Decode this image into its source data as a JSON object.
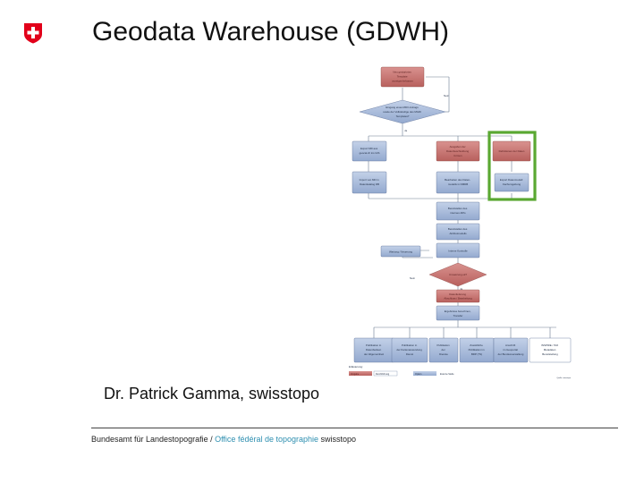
{
  "header": {
    "title": "Geodata Warehouse (GDWH)"
  },
  "presenter": {
    "line": "Dr. Patrick Gamma, swisstopo"
  },
  "footer": {
    "part1": "Bundesamt für Landestopografie / ",
    "part2": "Office fédéral de topographie",
    "part3": " swisstopo"
  },
  "colors": {
    "accent": "#2e8fb0",
    "highlight": "#5aa832",
    "red_node": "#c97a7a",
    "blue_node": "#a7b9d8",
    "flag_red": "#e2001a"
  },
  "icons": {
    "logo": "swiss-cross-icon"
  },
  "diagram": {
    "top_node": [
      "Neu gestartetes",
      "Template",
      "anzeigen/erfassen"
    ],
    "decision_1": [
      "Eingang eines MDV-Antrags",
      "sowie der Vollständige des MGDI",
      "Templates?"
    ],
    "side_label_1": "Nein",
    "branch_label_1": "Ja",
    "row1": {
      "a": [
        "Export MD aus",
        "geocat.ch ins GIS"
      ],
      "b": [
        "Ausgaben der",
        "Datenbeschreibung",
        "formen"
      ],
      "c": [
        "Definitionen der Daten"
      ]
    },
    "row2": {
      "a": [
        "Import von MD in",
        "Datenkatalog DB"
      ],
      "b": [
        "Bearbeiten des Daten-",
        "modells in DMDB"
      ],
      "c": [
        "Export Datenmodell",
        "Fachumgebung"
      ]
    },
    "steps": [
      [
        "Bereitstellen des",
        "internen APIs"
      ],
      [
        "Bereitstellen des",
        "Attributmodells"
      ],
      [
        "Interne Kontrolle"
      ]
    ],
    "side_node": "Wartung / Neuerung",
    "decision_2": [
      "Umsetzung ok?"
    ],
    "side_label_2": "Nein",
    "branch_label_2": "Ja",
    "lower_steps": [
      [
        "Datenlieferung",
        "Abschluss / Bearbeitung"
      ],
      [
        "Ergebnisse berechnen,",
        "Transfer"
      ]
    ],
    "bottom_row": [
      [
        "Publikation in",
        "Datenbanken",
        "der Allgemeinheit"
      ],
      [
        "Publikation in",
        "der Kartenanwendung",
        "Dienst"
      ],
      [
        "Publikation",
        "der",
        "Dienste"
      ],
      [
        "Zusätzliche",
        "Publikation im",
        "BRP (TS)"
      ],
      [
        "Anschrift",
        "im Geoportal",
        "der Bundesverwaltung"
      ],
      [
        "INSPIRE / ISO",
        "Metadaten",
        "Bereitstellung"
      ]
    ],
    "legend_title": "Erläuterung:",
    "legend_items": [
      "Vorgabe",
      "Durchführung",
      "Option",
      "Externe Stelle"
    ],
    "credit": "Quelle: swisstopo"
  }
}
